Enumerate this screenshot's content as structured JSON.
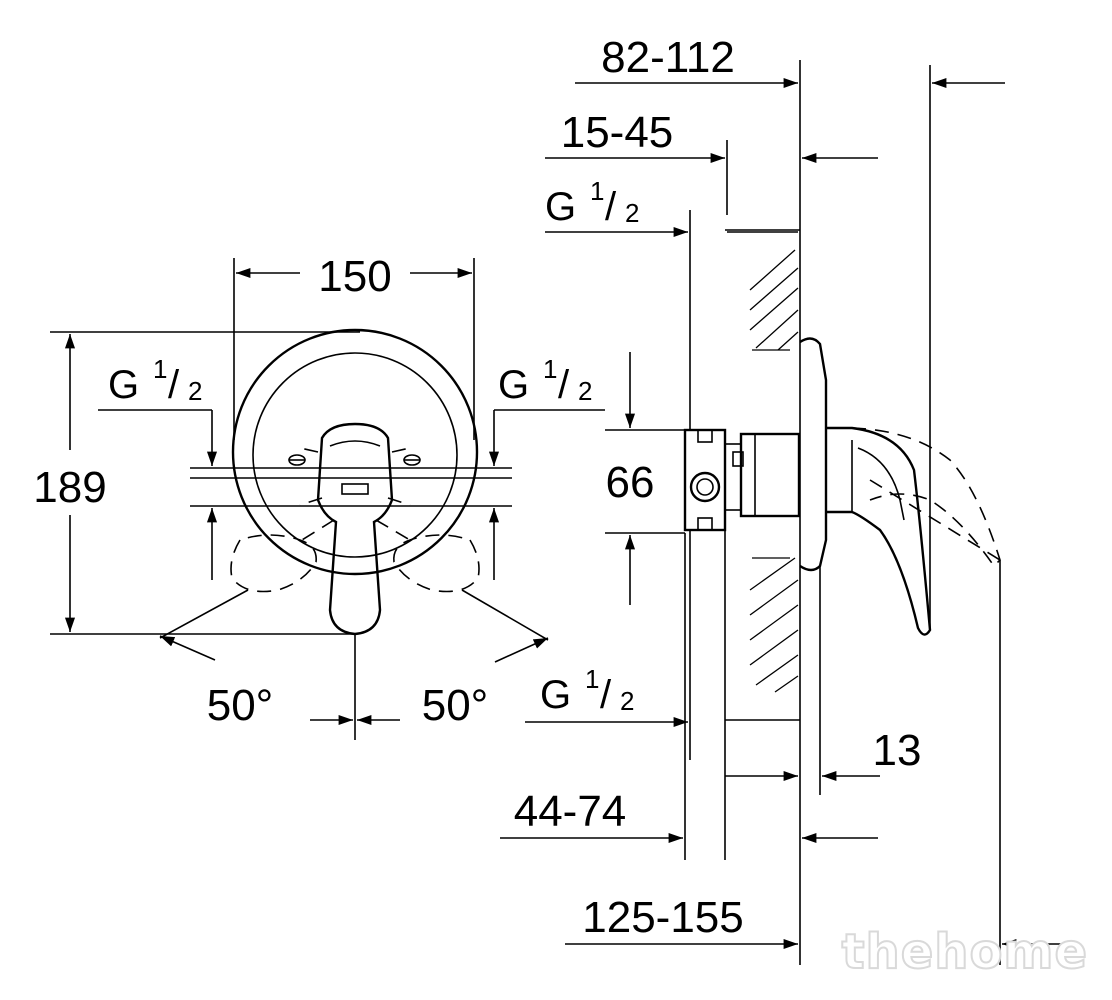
{
  "dimensions": {
    "width": "150",
    "height": "189",
    "thread_left": "G",
    "thread_right": "G",
    "thread_bottom": "G",
    "thread_top": "G",
    "thread_fraction_num": "1",
    "thread_fraction_den": "2",
    "angle_left": "50°",
    "angle_right": "50°",
    "span_82_112": "82-112",
    "span_15_45": "15-45",
    "span_66": "66",
    "span_13": "13",
    "span_44_74": "44-74",
    "span_125_155": "125-155"
  },
  "watermark": "thehome"
}
